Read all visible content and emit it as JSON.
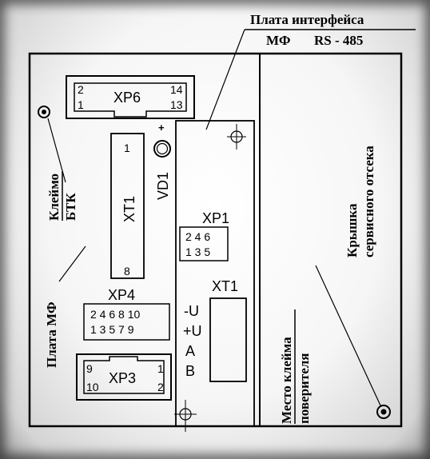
{
  "title": {
    "line1": "Плата интерфейса",
    "line2_left": "МФ",
    "line2_right": "RS - 485"
  },
  "labels": {
    "kleimo": "Клеймо",
    "btk": "БТК",
    "plata_mf": "Плата МФ",
    "kryshka": "Крышка",
    "servisnogo": "сервисного отсека",
    "mesto": "Место клейма",
    "poveritelya": "поверителя"
  },
  "xp6": {
    "name": "XP6",
    "pin_tl": "2",
    "pin_bl": "1",
    "pin_tr": "14",
    "pin_br": "13"
  },
  "xt1_left": {
    "name": "XT1",
    "pin_top": "1",
    "pin_bottom": "8"
  },
  "vd1": {
    "name": "VD1",
    "plus": "+"
  },
  "xp1": {
    "name": "XP1",
    "row1": "2 4 6",
    "row2": "1 3 5"
  },
  "xp4": {
    "name": "XP4",
    "row1": "2 4 6 8 10",
    "row2": "1 3 5 7 9"
  },
  "xp3": {
    "name": "XP3",
    "pin_tl": "9",
    "pin_bl": "10",
    "pin_tr": "1",
    "pin_br": "2"
  },
  "xt1_right": {
    "name": "XT1",
    "minus_u": "-U",
    "plus_u": "+U",
    "a": "A",
    "b": "B"
  }
}
